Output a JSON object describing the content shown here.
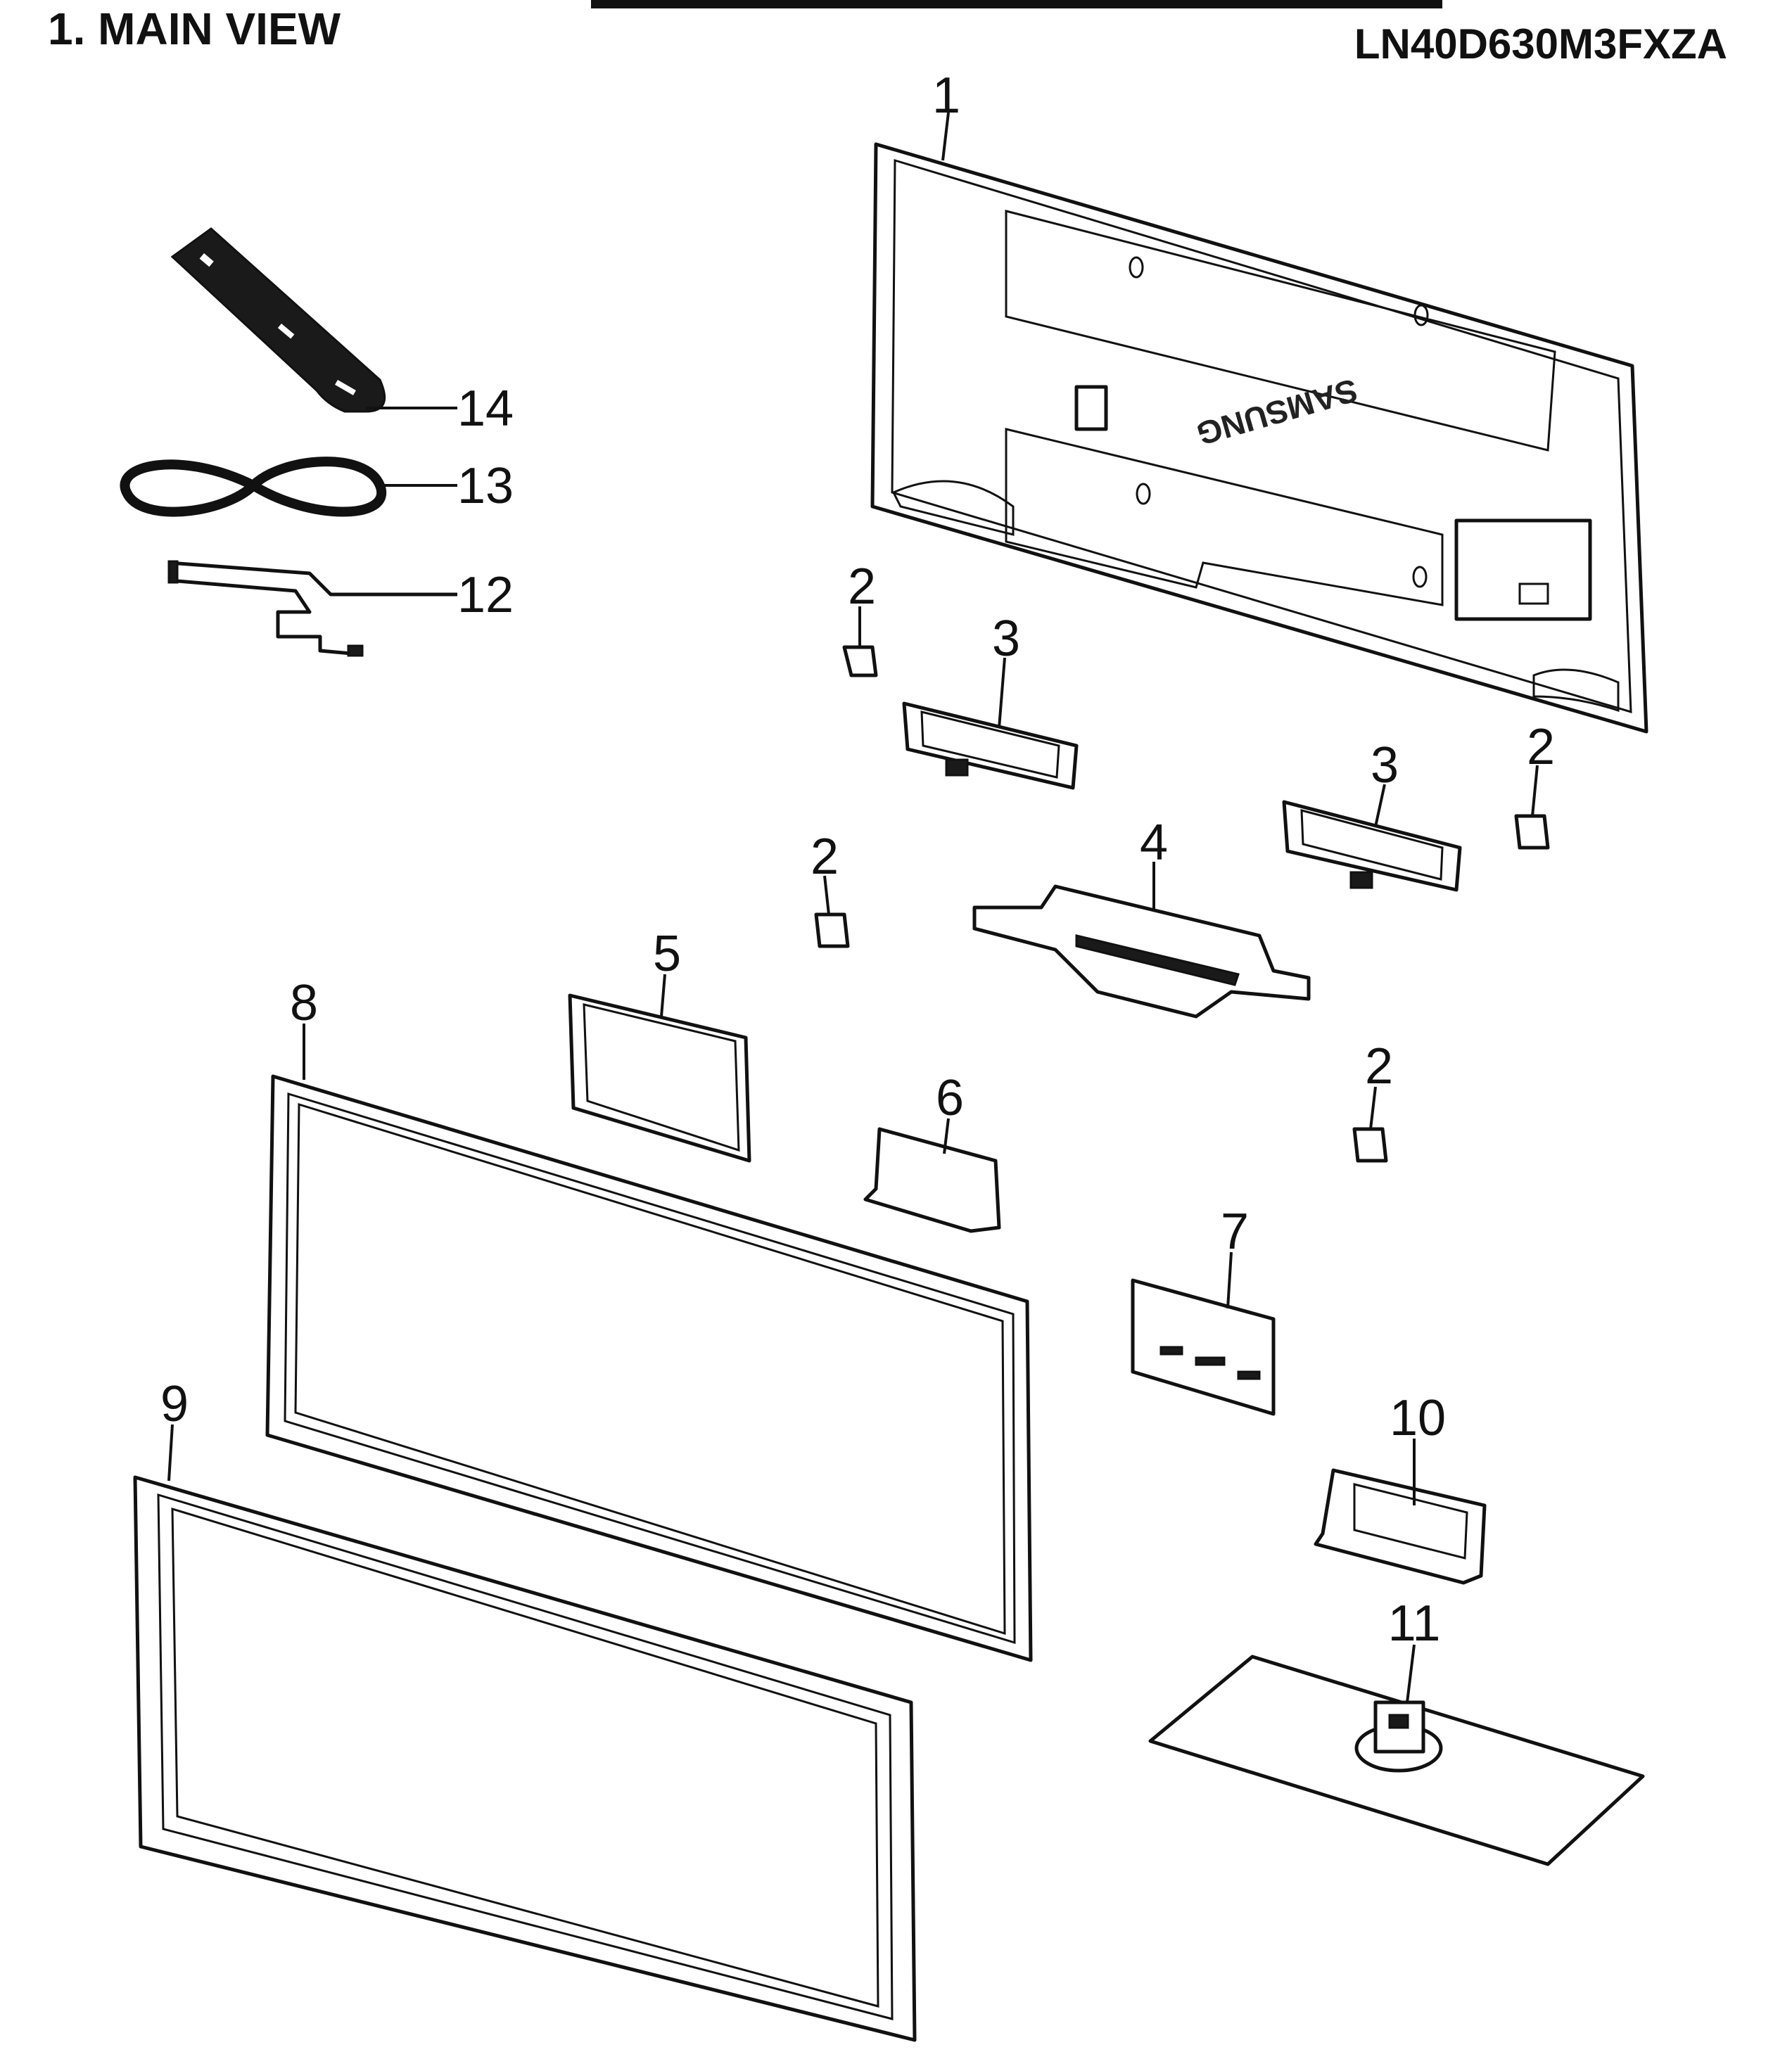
{
  "header": {
    "section_title": "1. MAIN VIEW",
    "model_number": "LN40D630M3FXZA"
  },
  "rear_cover": {
    "brand_mark": "SAMSUNG"
  },
  "callouts": {
    "rear_cover": "1",
    "clip_a": "2",
    "clip_b": "2",
    "clip_c": "2",
    "clip_d": "2",
    "speaker_left": "3",
    "speaker_right": "3",
    "bracket_4": "4",
    "board_5": "5",
    "bracket_6": "6",
    "board_7": "7",
    "panel_8": "8",
    "bezel_9": "9",
    "stand_neck": "10",
    "stand_base": "11",
    "flat_cable": "12",
    "power_cord": "13",
    "remote": "14"
  }
}
